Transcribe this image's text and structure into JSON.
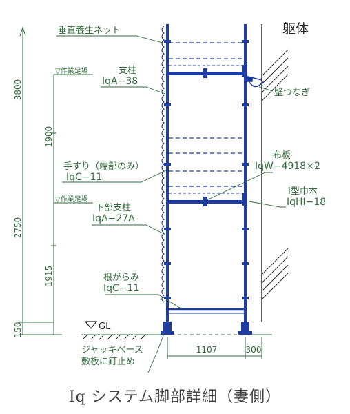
{
  "title": "Iq システム脚部詳細（妻側）",
  "building": "躯体",
  "labels": {
    "net": "垂直養生ネット",
    "post_name": "支柱",
    "post_code": "IqA−38",
    "wall_tie": "壁つなぎ",
    "handrail_name": "手すり（端部のみ）",
    "handrail_code": "IqC−11",
    "plank_name": "布板",
    "plank_code": "IqW−4918×2",
    "ibeam_name": "I型巾木",
    "ibeam_code": "IqHI−18",
    "lower_post_name": "下部支柱",
    "lower_post_code": "IqA−27A",
    "ground_brace_name": "根がらみ",
    "ground_brace_code": "IqC−11",
    "jack_base": "ジャッキベース",
    "base_plate": "敷板に釘止め",
    "gl": "GL",
    "work_floor_1": "▽作業足場",
    "work_floor_2": "▽作業足場"
  },
  "dimensions": {
    "v_3800": "3800",
    "v_1900": "1900",
    "v_2750": "2750",
    "v_1915": "1915",
    "v_150": "150",
    "h_1107": "1107",
    "h_300": "300"
  },
  "colors": {
    "line": "#2f6b3a",
    "steel": "#1f3da0",
    "net": "#2a2a7a"
  }
}
